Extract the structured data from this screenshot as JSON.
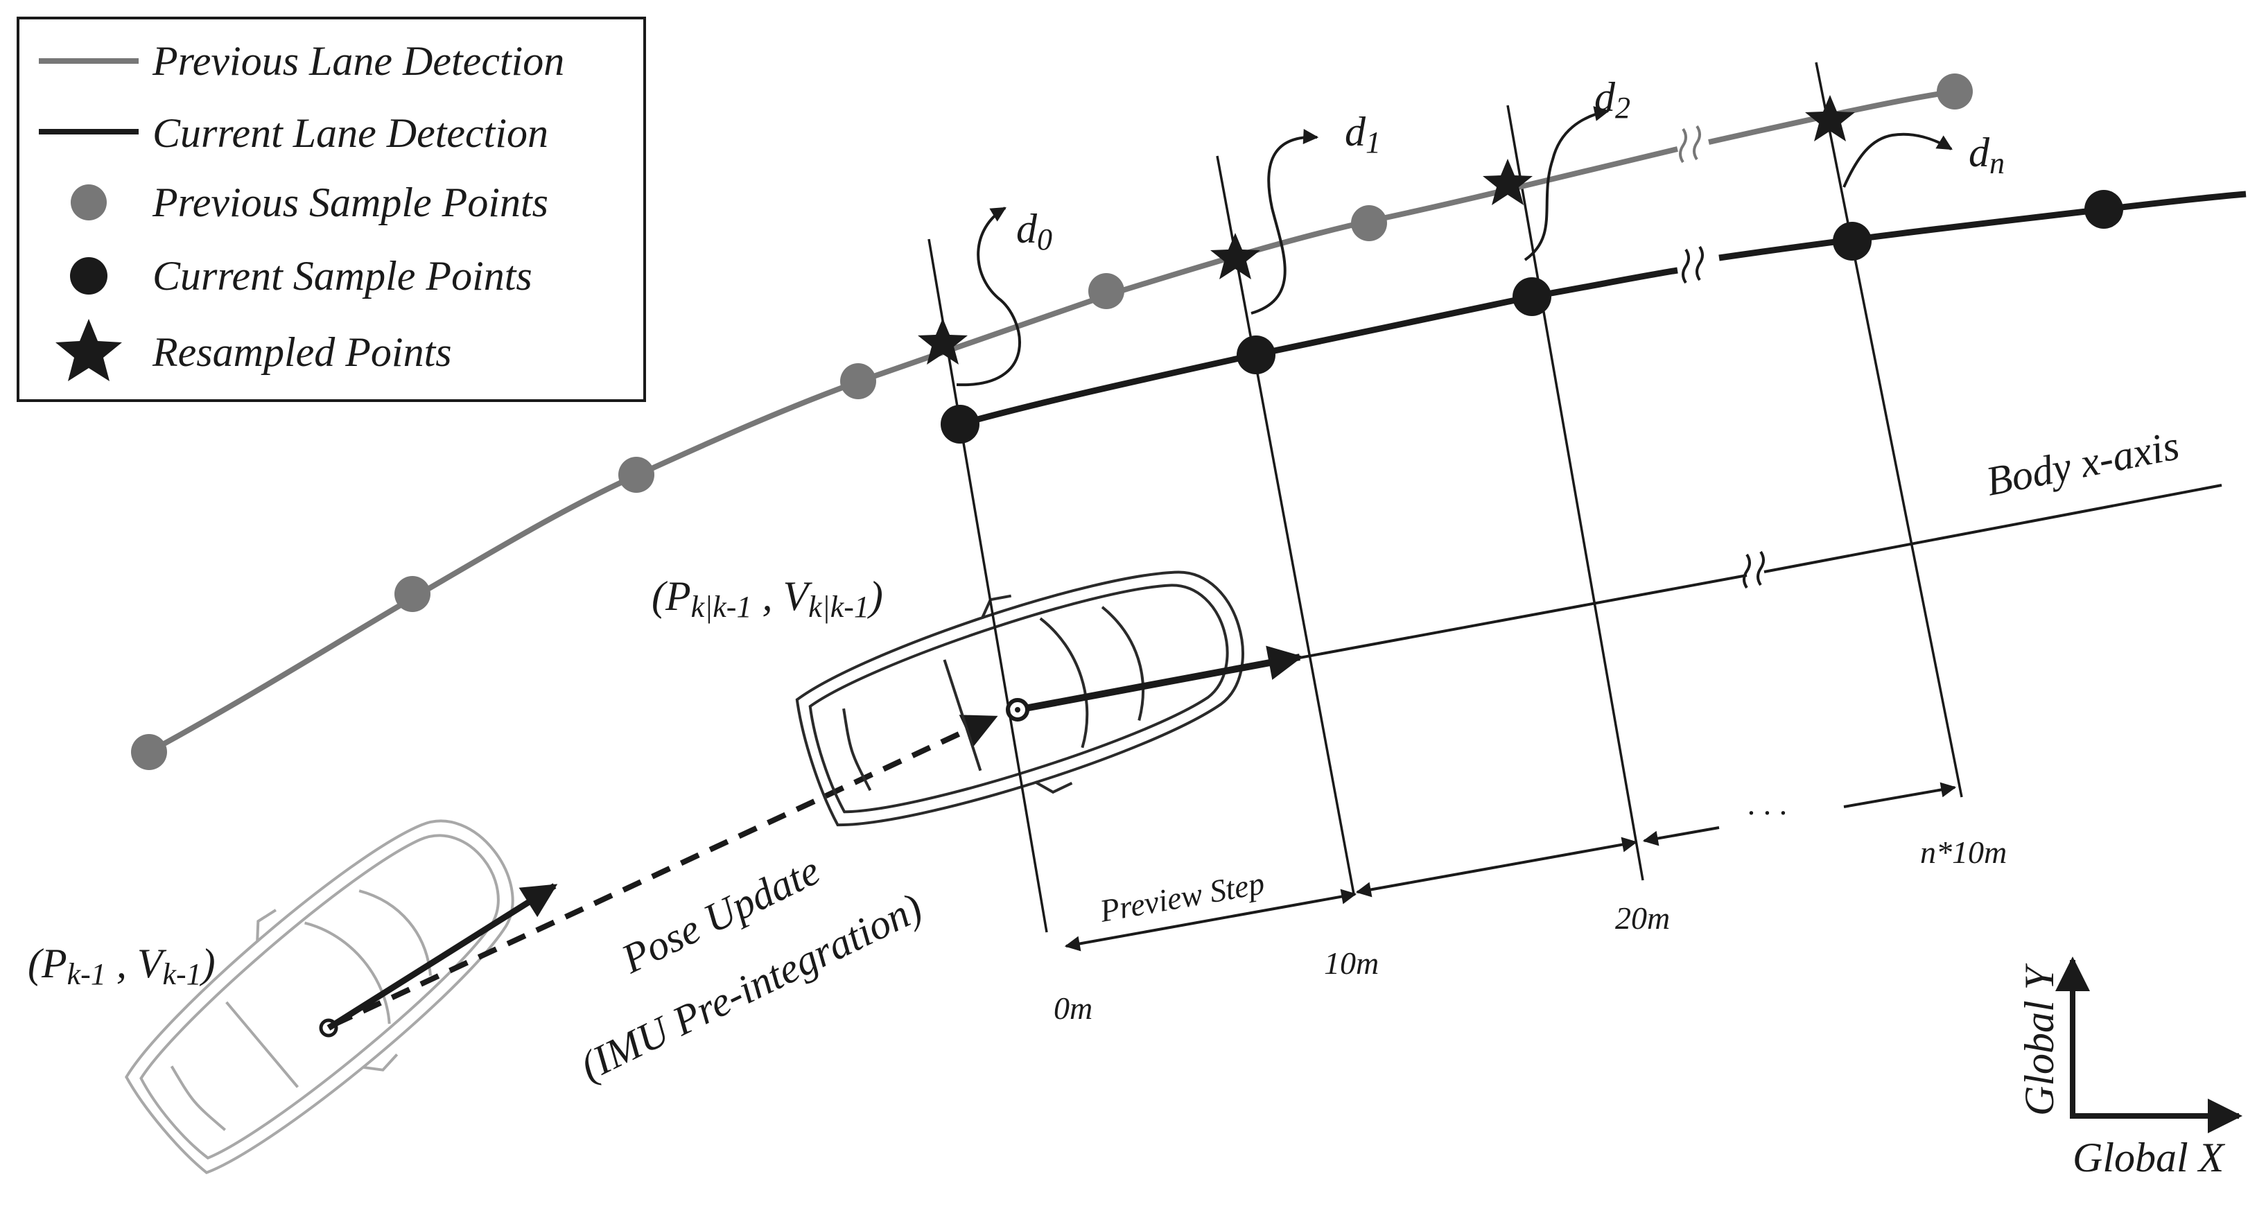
{
  "legend": {
    "previous_lane": "Previous Lane Detection",
    "current_lane": "Current Lane Detection",
    "previous_points": "Previous Sample Points",
    "current_points": "Current Sample Points",
    "resampled_points": "Resampled Points"
  },
  "labels": {
    "d0": {
      "base": "d",
      "sub": "0"
    },
    "d1": {
      "base": "d",
      "sub": "1"
    },
    "d2": {
      "base": "d",
      "sub": "2"
    },
    "dn": {
      "base": "d",
      "sub": "n"
    },
    "body_axis": "Body x-axis",
    "pose_current": {
      "open": "(P",
      "sub1": "k|k-1",
      "mid": " , V",
      "sub2": "k|k-1",
      "close": ")"
    },
    "pose_prev": {
      "open": "(P",
      "sub1": "k-1",
      "mid": " , V",
      "sub2": "k-1",
      "close": ")"
    },
    "pose_update_1": "Pose Update",
    "pose_update_2": "(IMU Pre-integration)",
    "preview_step": "Preview Step",
    "m0": "0m",
    "m10": "10m",
    "m20": "20m",
    "mn": "n*10m",
    "ellipsis": "· · ·",
    "global_y": "Global Y",
    "global_x": "Global X"
  },
  "colors": {
    "previous": "#777777",
    "current": "#1a1a1a",
    "prev_car": "#a8a8a8",
    "cur_car": "#2a2a2a"
  }
}
